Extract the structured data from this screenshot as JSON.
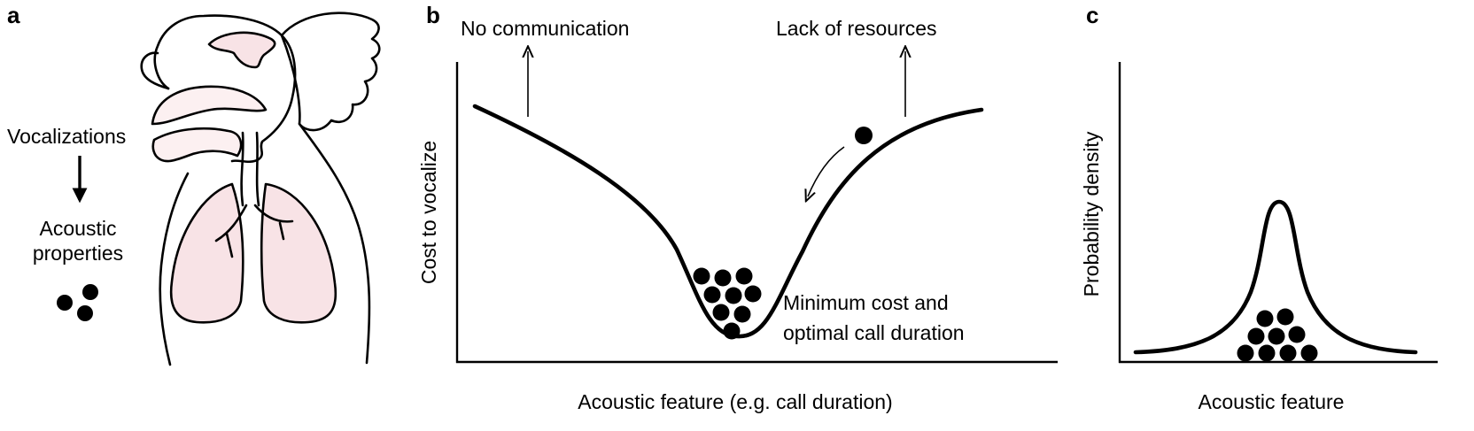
{
  "panels": {
    "a": {
      "letter": "a",
      "label_vocalizations": "Vocalizations",
      "label_acoustic_line1": "Acoustic",
      "label_acoustic_line2": "properties"
    },
    "b": {
      "letter": "b",
      "annotation_left": "No communication",
      "annotation_right": "Lack of resources",
      "annotation_minimum_line1": "Minimum cost and",
      "annotation_minimum_line2": "optimal call duration",
      "ylabel": "Cost to vocalize",
      "xlabel": "Acoustic feature (e.g. call duration)"
    },
    "c": {
      "letter": "c",
      "ylabel": "Probability density",
      "xlabel": "Acoustic feature"
    }
  },
  "colors": {
    "lung_fill": "#f8e3e6",
    "ink": "#000000"
  }
}
